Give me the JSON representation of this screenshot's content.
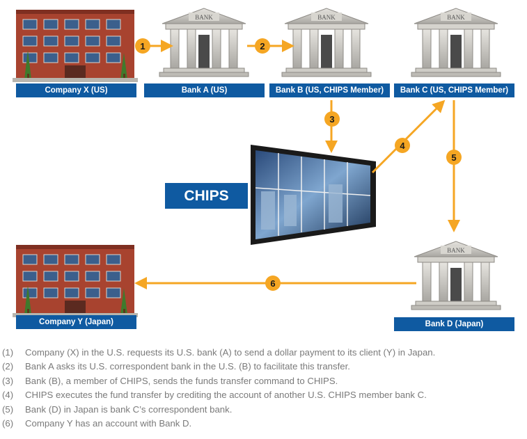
{
  "nodes": {
    "company_x": "Company X (US)",
    "bank_a": "Bank A (US)",
    "bank_b": "Bank B (US, CHIPS Member)",
    "bank_c": "Bank C (US, CHIPS Member)",
    "company_y": "Company Y (Japan)",
    "bank_d": "Bank D (Japan)",
    "chips": "CHIPS"
  },
  "bank_sign": "BANK",
  "arrow_numbers": [
    "1",
    "2",
    "3",
    "4",
    "5",
    "6"
  ],
  "steps": [
    {
      "num": "(1)",
      "text": "Company (X) in the U.S. requests its U.S. bank (A) to send a dollar payment to its client (Y) in Japan."
    },
    {
      "num": "(2)",
      "text": "Bank A asks its U.S. correspondent bank in the U.S. (B) to facilitate this transfer."
    },
    {
      "num": "(3)",
      "text": "Bank (B), a member of CHIPS, sends the funds transfer command to CHIPS."
    },
    {
      "num": "(4)",
      "text": "CHIPS executes the fund transfer by crediting the account of another U.S. CHIPS member bank C."
    },
    {
      "num": "(5)",
      "text": "Bank (D) in Japan is bank C’s correspondent bank."
    },
    {
      "num": "(6)",
      "text": "Company Y has an account with Bank D."
    }
  ],
  "colors": {
    "label_blue": "#0f5aa1",
    "arrow_orange": "#f5a623",
    "brick": "#9c3b2a",
    "bank_stone": "#c9c7c2"
  }
}
